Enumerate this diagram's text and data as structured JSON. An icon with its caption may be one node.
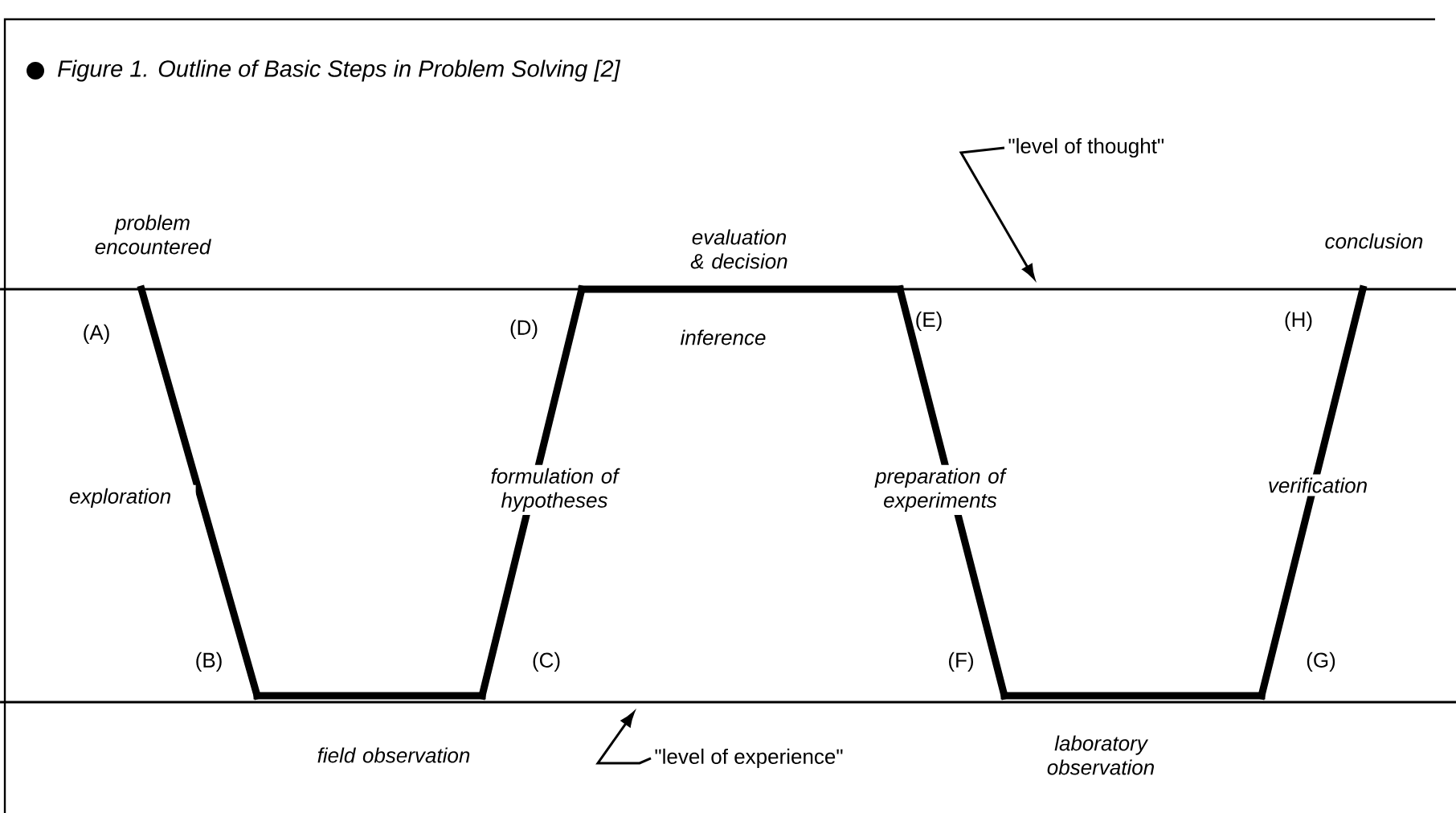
{
  "diagram": {
    "title": "Figure 1. Outline of Basic Steps in Problem Solving [2]",
    "nodes": [
      {
        "text": [
          "(A)"
        ],
        "beside": [
          "problem encountered"
        ]
      },
      {
        "text": [
          "(B)"
        ]
      },
      {
        "text": [
          "(C)"
        ]
      },
      {
        "text": [
          "(D)"
        ]
      },
      {
        "text": [
          "(E)"
        ]
      },
      {
        "text": [
          "(F)"
        ]
      },
      {
        "text": [
          "(G)"
        ]
      },
      {
        "text": [
          "(H)"
        ],
        "beside": [
          "conclusion"
        ]
      },
      {
        "text": [
          "\"level of thought\""
        ]
      },
      {
        "text": [
          "\"level of experience\""
        ]
      }
    ],
    "edges": [
      {
        "from": 0,
        "to": 1,
        "arrow": "none",
        "label": "exploration"
      },
      {
        "from": 1,
        "to": 2,
        "arrow": "none",
        "label": "field observation"
      },
      {
        "from": 2,
        "to": 3,
        "arrow": "none",
        "label": "formulation of hypotheses"
      },
      {
        "from": 3,
        "to": 4,
        "arrow": "none",
        "label": "evaluation & decision"
      },
      {
        "from": 4,
        "to": 5,
        "arrow": "none",
        "label": "preparation of experiments"
      },
      {
        "from": 5,
        "to": 6,
        "arrow": "none",
        "label": "laboratory observation"
      },
      {
        "from": 6,
        "to": 7,
        "arrow": "none",
        "label": "verification"
      },
      {
        "from": 8,
        "to": null,
        "arrow": "to"
      },
      {
        "from": 9,
        "to": null,
        "arrow": "to"
      }
    ],
    "labels": [
      "inference"
    ]
  }
}
